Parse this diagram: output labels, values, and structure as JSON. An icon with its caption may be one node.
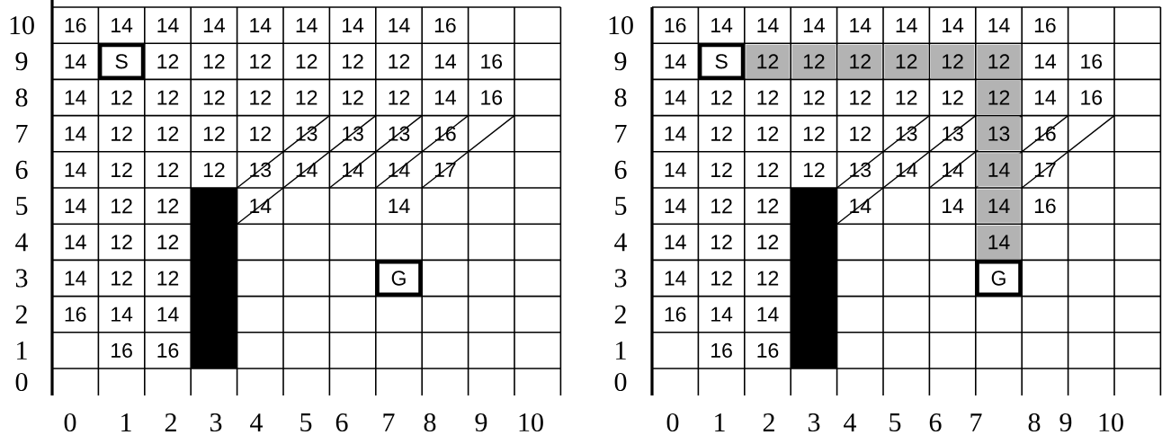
{
  "diagram": {
    "nodes": [
      {
        "text": [
          "S"
        ]
      },
      {
        "text": [
          "G"
        ]
      },
      {
        "text": [
          "S"
        ]
      },
      {
        "text": [
          "G"
        ]
      }
    ],
    "labels": [
      "10",
      "16",
      "14",
      "14",
      "14",
      "14",
      "14",
      "14",
      "14",
      "16",
      "9",
      "14",
      "12",
      "12",
      "12",
      "12",
      "12",
      "12",
      "14",
      "16",
      "8",
      "14",
      "12",
      "12",
      "12",
      "12",
      "12",
      "12",
      "12",
      "14",
      "16",
      "7",
      "14",
      "12",
      "12",
      "12",
      "12",
      "13",
      "13",
      "13",
      "16",
      "6",
      "14",
      "12",
      "12",
      "12",
      "13",
      "14",
      "14",
      "14",
      "17",
      "5",
      "14",
      "12",
      "12",
      "14",
      "14",
      "4",
      "14",
      "12",
      "12",
      "3",
      "14",
      "12",
      "12",
      "2",
      "16",
      "14",
      "14",
      "1",
      "16",
      "16",
      "0",
      "0",
      "1",
      "2",
      "3",
      "4",
      "5",
      "6",
      "7",
      "8",
      "9",
      "10",
      "10",
      "16",
      "14",
      "14",
      "14",
      "14",
      "14",
      "14",
      "14",
      "16",
      "9",
      "14",
      "12",
      "12",
      "12",
      "12",
      "12",
      "12",
      "14",
      "16",
      "8",
      "14",
      "12",
      "12",
      "12",
      "12",
      "12",
      "12",
      "12",
      "14",
      "16",
      "7",
      "14",
      "12",
      "12",
      "12",
      "12",
      "13",
      "13",
      "13",
      "16",
      "6",
      "14",
      "12",
      "12",
      "12",
      "13",
      "14",
      "14",
      "14",
      "17",
      "5",
      "14",
      "12",
      "12",
      "14",
      "14",
      "14",
      "16",
      "4",
      "14",
      "12",
      "12",
      "14",
      "3",
      "14",
      "12",
      "12",
      "2",
      "16",
      "14",
      "14",
      "1",
      "16",
      "16",
      "0",
      "0",
      "1",
      "2",
      "3",
      "4",
      "5",
      "6",
      "7",
      "8",
      "9",
      "10"
    ]
  }
}
